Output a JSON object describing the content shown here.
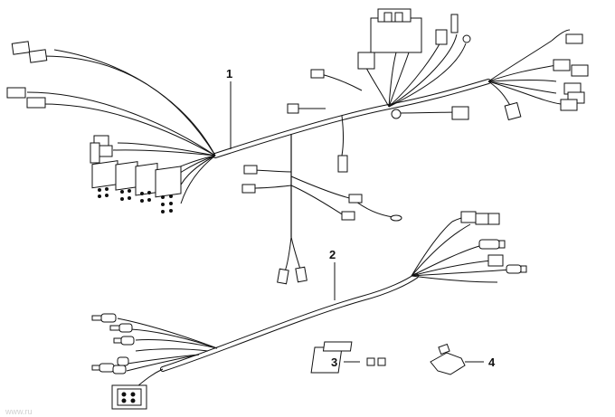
{
  "diagram": {
    "callouts": {
      "harness_1": "1",
      "harness_2": "2",
      "relay_socket": "3",
      "terminal_clip": "4"
    },
    "watermark": "www.ru"
  }
}
